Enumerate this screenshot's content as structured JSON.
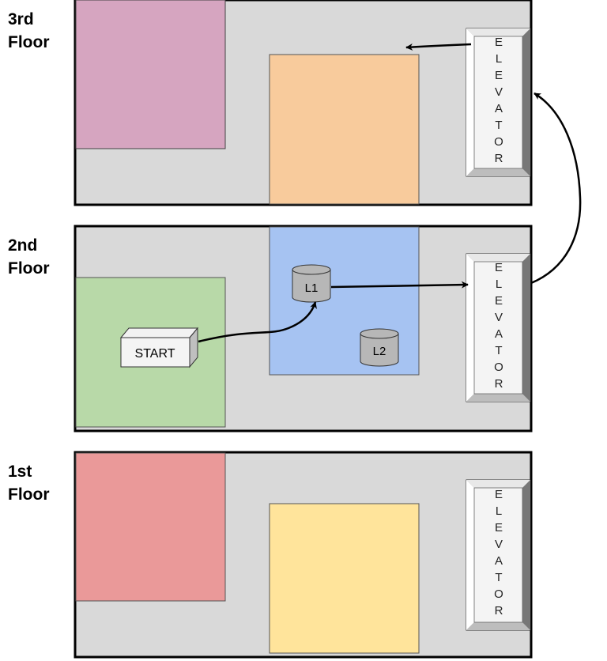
{
  "floors": [
    {
      "line1": "3rd",
      "line2": "Floor",
      "room_left_color": "#d6a5c0",
      "room_center_color": "#f8cb9c",
      "elevator_letters": [
        "E",
        "L",
        "E",
        "V",
        "A",
        "T",
        "O",
        "R"
      ]
    },
    {
      "line1": "2nd",
      "line2": "Floor",
      "room_left_color": "#b8d9a8",
      "room_center_color": "#a6c3f2",
      "elevator_letters": [
        "E",
        "L",
        "E",
        "V",
        "A",
        "T",
        "O",
        "R"
      ]
    },
    {
      "line1": "1st",
      "line2": "Floor",
      "room_left_color": "#ea9999",
      "room_center_color": "#ffe49b",
      "elevator_letters": [
        "E",
        "L",
        "E",
        "V",
        "A",
        "T",
        "O",
        "R"
      ]
    }
  ],
  "start_label": "START",
  "locations": [
    {
      "label": "L1"
    },
    {
      "label": "L2"
    }
  ],
  "colors": {
    "floor_fill": "#d9d9d9",
    "outline": "#000000",
    "elevator_face": "#f4f4f4",
    "cylinder": "#b7b7b7"
  }
}
